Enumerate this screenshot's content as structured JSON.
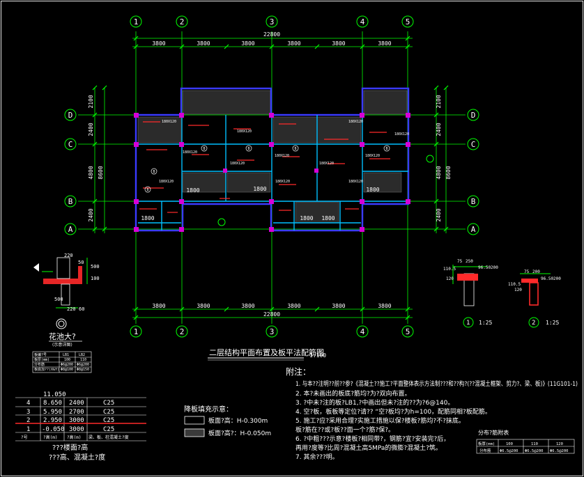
{
  "colors": {
    "background": "#000000",
    "axis": "#00ff00",
    "dim": "#00ff00",
    "wall_outer": "#3a3aff",
    "wall_inner": "#00bfff",
    "column": "#d600d6",
    "text": "#ffffff",
    "rebar": "#ff2a2a",
    "note": "#ffffff",
    "beam_label": "#ffff00"
  },
  "plan": {
    "title": "二层结构平面布置及板平法配筋图",
    "scale": "1:100",
    "axes_x": [
      "1",
      "2",
      "3",
      "4",
      "5"
    ],
    "axes_y": [
      "D",
      "C",
      "B",
      "A"
    ],
    "dim_top_total": "22800",
    "dim_top_spans": [
      "3800",
      "3800",
      "3800",
      "3800",
      "3800",
      "3800"
    ],
    "dim_bottom_total": "22800",
    "dim_bottom_spans": [
      "3800",
      "3800",
      "3800",
      "3800",
      "3800",
      "3800"
    ],
    "dim_left": [
      "2100",
      "2400",
      "4800",
      "2400"
    ],
    "dim_left_total": "8600",
    "dim_right": [
      "2100",
      "2400",
      "4800",
      "2400"
    ],
    "dim_right_total": "8600",
    "room_widths": [
      "1800",
      "1800",
      "1800",
      "1800",
      "1800",
      "1800"
    ],
    "beam_tags": [
      "180X120",
      "180X120",
      "180X120",
      "180X120",
      "180X120",
      "180X120",
      "180X120",
      "180X120",
      "180X120",
      "180X120",
      "180X120",
      "180X120"
    ],
    "slab_marks": [
      "B",
      "B",
      "B",
      "B",
      "B",
      "B"
    ]
  },
  "detail_left": {
    "title": "花池大?",
    "subtitle": "(示意详图)",
    "dims": [
      "220",
      "50",
      "500",
      "100",
      "500",
      "220",
      "60"
    ]
  },
  "details_right": [
    {
      "num": "1",
      "scale": "1:25",
      "dims": [
        "75",
        "250",
        "96.50200",
        "120",
        "110.5"
      ]
    },
    {
      "num": "2",
      "scale": "1:25",
      "dims": [
        "75",
        "200",
        "96.50200",
        "120",
        "110.5"
      ]
    }
  ],
  "small_table": {
    "headers": [
      "板编?号",
      "LB1",
      "LB2"
    ],
    "rows": [
      [
        "板厚(mm)",
        "100",
        "110"
      ],
      [
        "分布筋",
        "Φ6@200",
        "Φ6@200"
      ],
      [
        "板底加??(X&Y)",
        "Φ8@100",
        "Φ8@150"
      ]
    ]
  },
  "level_table": {
    "roof": "11.050",
    "rows": [
      {
        "floor": "4",
        "elev": "8.650",
        "height": "2400",
        "grade": "C25"
      },
      {
        "floor": "3",
        "elev": "5.950",
        "height": "2700",
        "grade": "C25"
      },
      {
        "floor": "2",
        "elev": "2.950",
        "height": "3000",
        "grade": "C25"
      },
      {
        "floor": "1",
        "elev": "-0.050",
        "height": "3000",
        "grade": "C25"
      }
    ],
    "header": [
      "?号",
      "?高(m)",
      "?高(m)",
      "梁、板、柱混凝土?度"
    ],
    "footer1": "???楼面?高",
    "footer2": "???高、混凝土?度"
  },
  "legend": {
    "title": "降板填充示意：",
    "items": [
      {
        "label": "板面?高：H-0.300m"
      },
      {
        "label": "板面?高?：H-0.050m"
      }
    ]
  },
  "notes": {
    "title": "附注：",
    "lines": [
      "1. 与本??注明??前??参?《混凝土??施工?平面整体表示方法制???和??构?(??混凝土框架、剪力?、梁、板)》(11G101-1)",
      "2. 本?未画出的板底?筋均?为?双向布置。",
      "3. ?中未?注的板?LB1,?中画出但未?注的??为?6@140。",
      "4. 空?板，板板等定位?请?? “空?板均?为h=100，配筋同相?板配筋。",
      "5. 施工?应?采用合理?实施工措施以保?楼板?筋均?不?抹底。",
      "   板?筋在??或?板??面一个?筋?保?。",
      "6. ?中粗???示意?楼板?相同带?，钢筋?宜?安装完?后，",
      "   再用?度等?比周?混凝土高5MPa的微膨?混凝土?筑。",
      "7. 其余???明。"
    ]
  },
  "dist_table": {
    "title": "分布?筋附表",
    "headers": [
      "板厚(mm)",
      "100",
      "110",
      "120"
    ],
    "row": [
      "分布筋",
      "Φ6.5@200",
      "Φ6.5@200",
      "Φ6.5@200"
    ]
  }
}
